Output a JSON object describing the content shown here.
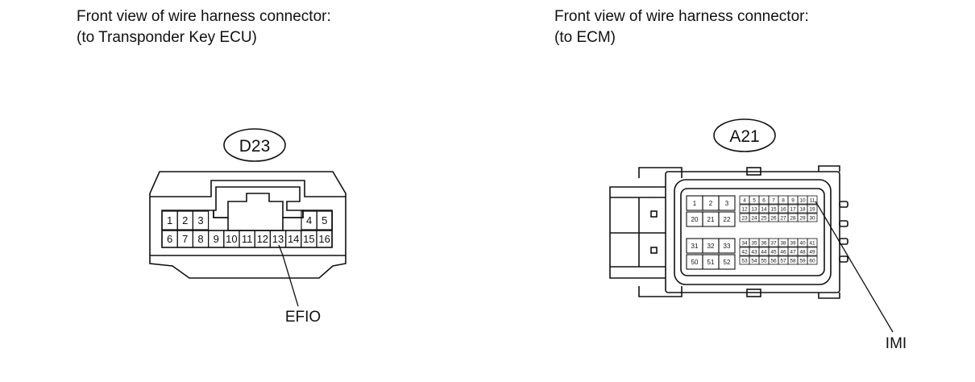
{
  "left": {
    "title_line1": "Front view of wire harness connector:",
    "title_line2": "(to Transponder Key ECU)",
    "connector_id": "D23",
    "pins_row1_left": [
      "1",
      "2",
      "3"
    ],
    "pins_row1_right": [
      "4",
      "5"
    ],
    "pins_row2": [
      "6",
      "7",
      "8",
      "9",
      "10",
      "11",
      "12",
      "13",
      "14",
      "15",
      "16"
    ],
    "callout": "EFIO"
  },
  "right": {
    "title_line1": "Front view of wire harness connector:",
    "title_line2": "(to ECM)",
    "connector_id": "A21",
    "big_top_row1": [
      "1",
      "2",
      "3"
    ],
    "big_top_row2": [
      "20",
      "21",
      "22"
    ],
    "small_top_row1": [
      "4",
      "5",
      "6",
      "7",
      "8",
      "9",
      "10",
      "11"
    ],
    "small_top_row2": [
      "12",
      "13",
      "14",
      "15",
      "16",
      "17",
      "18",
      "19"
    ],
    "small_top_row3": [
      "23",
      "24",
      "25",
      "26",
      "27",
      "28",
      "29",
      "30"
    ],
    "big_bot_row1": [
      "31",
      "32",
      "33"
    ],
    "big_bot_row2": [
      "50",
      "51",
      "52"
    ],
    "small_bot_row1": [
      "34",
      "35",
      "36",
      "37",
      "38",
      "39",
      "40",
      "41"
    ],
    "small_bot_row2": [
      "42",
      "43",
      "44",
      "45",
      "46",
      "47",
      "48",
      "49"
    ],
    "small_bot_row3": [
      "53",
      "54",
      "55",
      "56",
      "57",
      "58",
      "59",
      "60"
    ],
    "callout": "IMI"
  }
}
